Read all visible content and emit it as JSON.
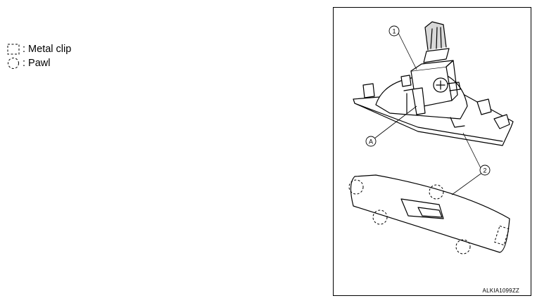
{
  "legend": {
    "metal_clip_label": ": Metal clip",
    "pawl_label": ": Pawl"
  },
  "figure": {
    "callouts": {
      "one": "1",
      "two": "2",
      "a": "A"
    },
    "image_code": "ALKIA1099ZZ"
  }
}
